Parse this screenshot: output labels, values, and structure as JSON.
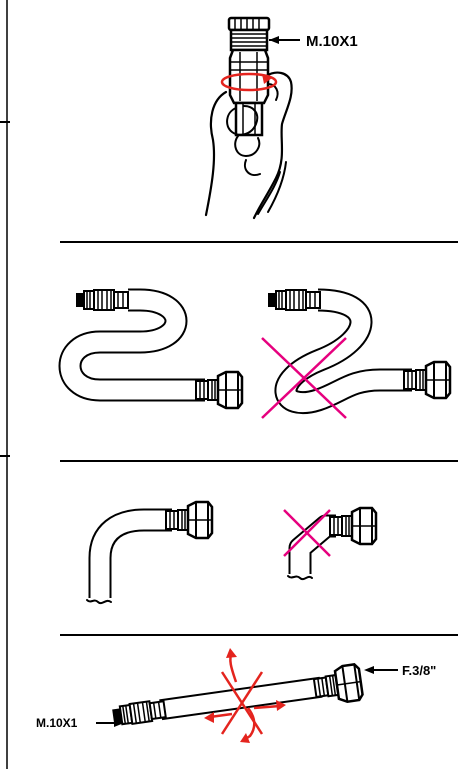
{
  "labels": {
    "thread_top": "M.10X1",
    "thread_male": "M.10X1",
    "thread_female": "F.3/8\""
  },
  "colors": {
    "line": "#000000",
    "cross_magenta": "#e6007e",
    "twist_red": "#e4241e"
  },
  "sections": [
    {
      "name": "hand-tighten-male-fitting",
      "correct": true
    },
    {
      "name": "hose-loop-correct",
      "correct": true
    },
    {
      "name": "hose-loop-over-twisted",
      "correct": false
    },
    {
      "name": "hose-bend-gentle",
      "correct": true
    },
    {
      "name": "hose-bend-sharp",
      "correct": false
    },
    {
      "name": "hose-twist-stretch",
      "correct": false
    }
  ]
}
